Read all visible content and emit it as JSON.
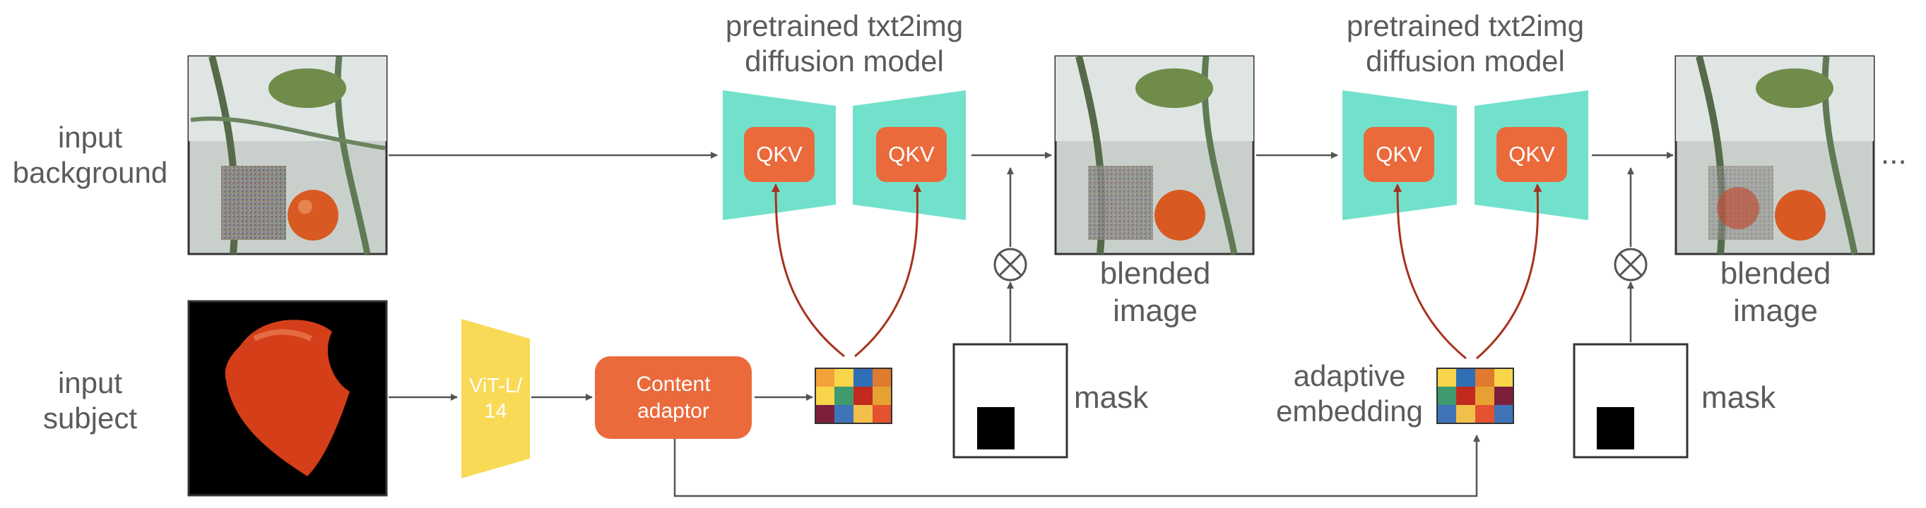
{
  "labels": {
    "input_background": "input\nbackground",
    "input_subject": "input\nsubject",
    "pretrained_model": "pretrained txt2img\ndiffusion model",
    "qkv": "QKV",
    "vit": "ViT-L/\n14",
    "content_adaptor": "Content\nadaptor",
    "blended_image": "blended\nimage",
    "mask": "mask",
    "adaptive_embedding": "adaptive\nembedding",
    "continuation": "..."
  },
  "colors": {
    "teal": "#72e1cc",
    "orange": "#ea6a3c",
    "yellow": "#f9da57",
    "arrow_gray": "#555555",
    "arrow_red": "#a8321c",
    "grid": [
      "#f4a13a",
      "#f8d54a",
      "#2f6fb6",
      "#e07a2e",
      "#f8d54a",
      "#3f9a6e",
      "#c22a1f",
      "#e6a132",
      "#7d1f3a",
      "#3f74b8",
      "#f2c04a",
      "#e4522f",
      "#3f74b8"
    ]
  }
}
